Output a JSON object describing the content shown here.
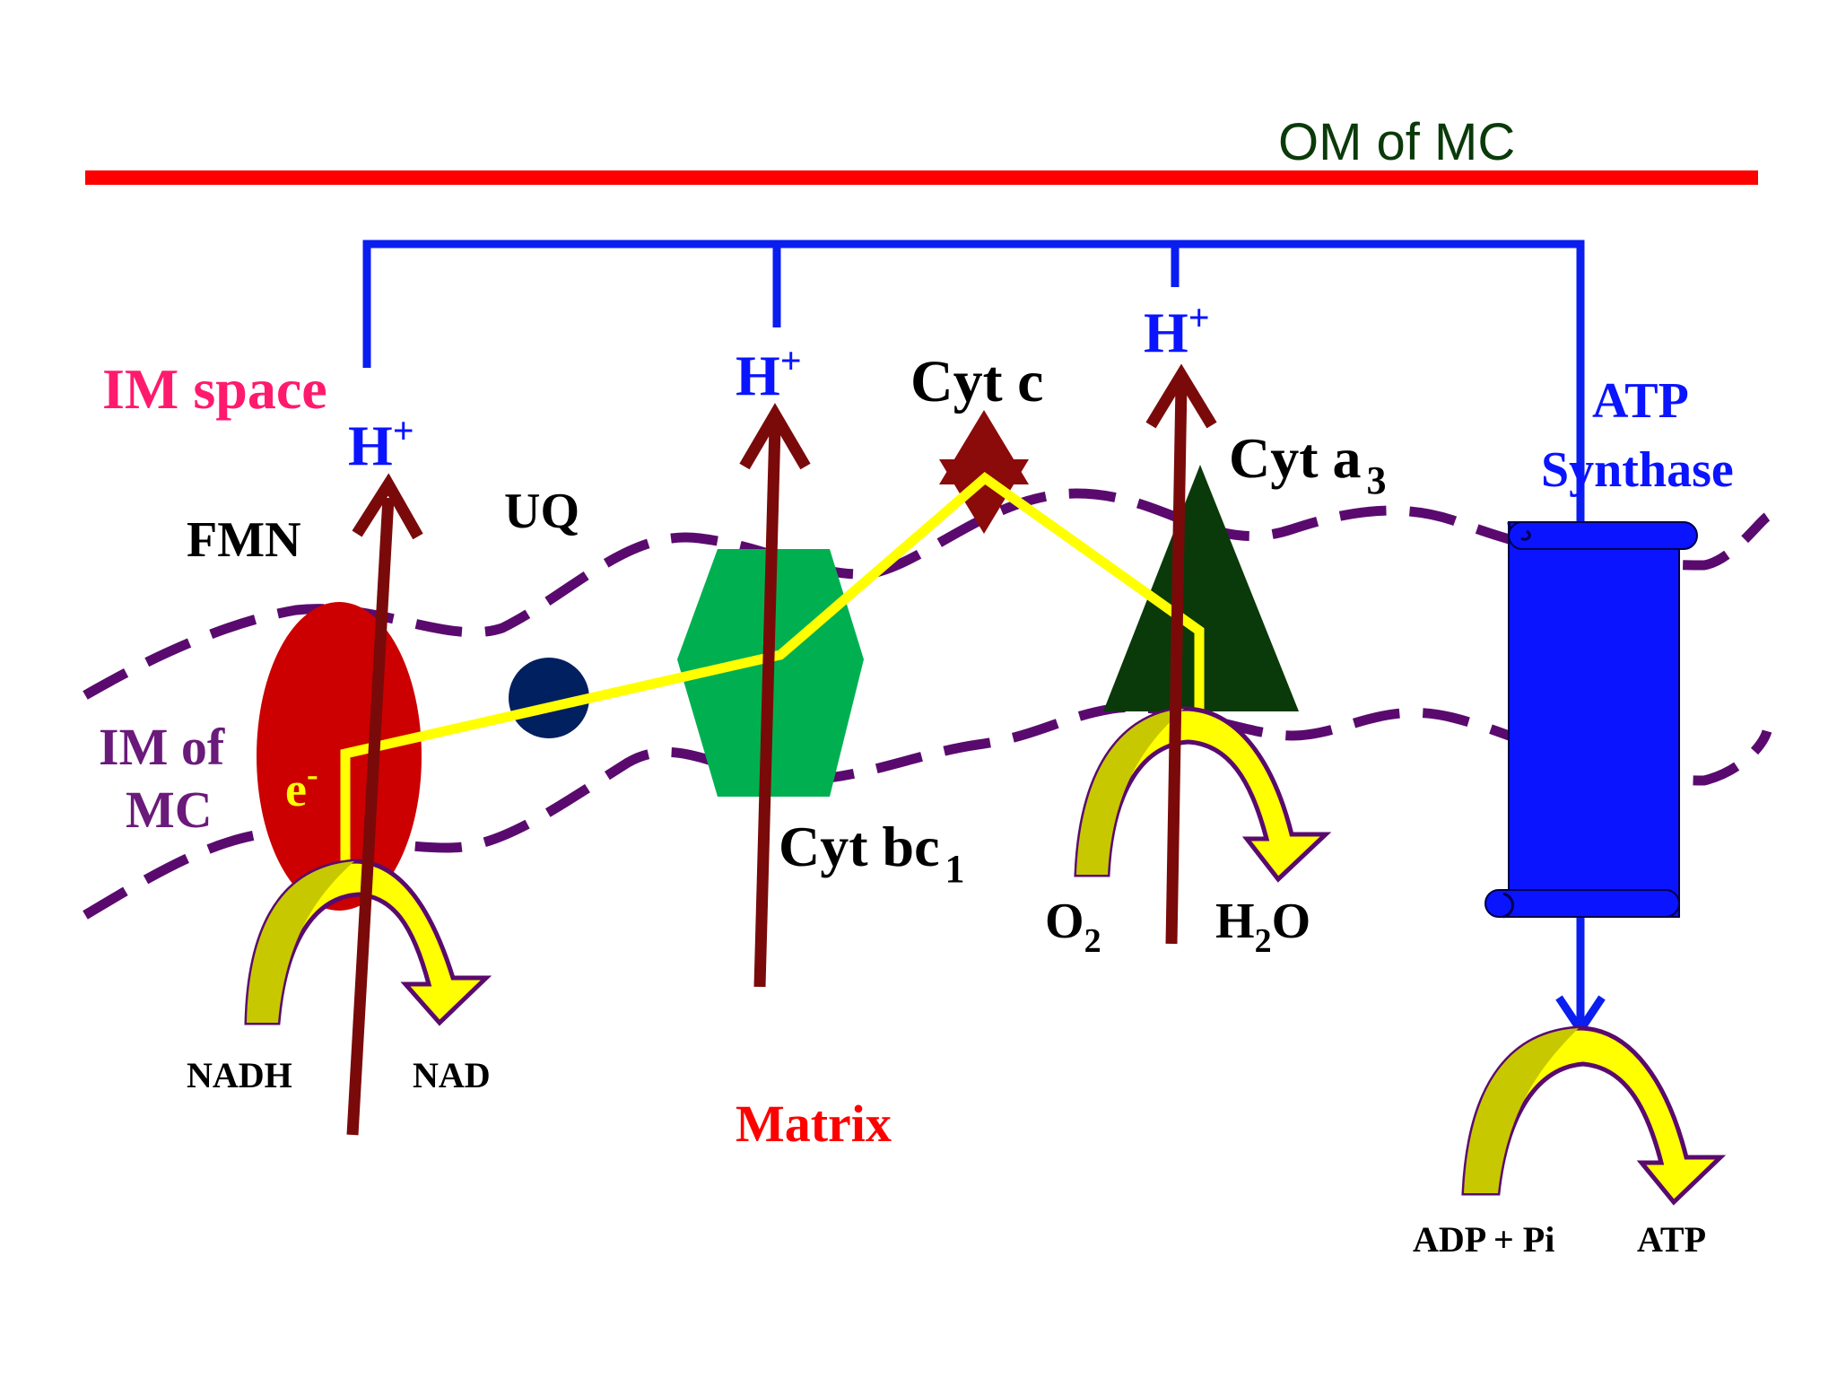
{
  "labels": {
    "outer_membrane": "OM of MC",
    "im_space": "IM space",
    "inner_membrane_line1": "IM of",
    "inner_membrane_line2": "MC",
    "matrix": "Matrix",
    "fmn": "FMN",
    "uq": "UQ",
    "cyt_c": "Cyt c",
    "cyt_bc1": "Cyt bc",
    "cyt_bc1_sub": "1",
    "cyt_a3": "Cyt a",
    "cyt_a3_sub": "3",
    "atp_synthase_line1": "ATP",
    "atp_synthase_line2": "Synthase",
    "electron": "e",
    "electron_sup": "-",
    "proton": "H",
    "proton_sup": "+",
    "nadh": "NADH",
    "nad": "NAD",
    "o2": "O",
    "o2_sub": "2",
    "h2o_h": "H",
    "h2o_sub": "2",
    "h2o_o": "O",
    "adp_pi": "ADP + Pi",
    "atp": "ATP"
  },
  "colors": {
    "outer_membrane": "#ff0000",
    "inner_membrane": "#5a0a6e",
    "proton_path": "#0a1ef0",
    "proton_arrow": "#7a0a0a",
    "electron_path": "#ffff00",
    "complex_I": "#cc0000",
    "ubiquinone": "#002060",
    "complex_III": "#00b050",
    "cyt_c": "#8b0a0a",
    "complex_IV": "#0a3a0a",
    "atp_synthase": "#0a14ff",
    "reaction_arrow": "#ffff00",
    "om_label": "#0a3a0a",
    "im_space_label": "#ff1a6e",
    "matrix_label": "#ff0000",
    "im_label": "#6a1a7a",
    "dark_text": "#000000",
    "proton_text": "#0a14ff"
  },
  "icons": {
    "complex_I": "red-ellipse",
    "ubiquinone": "navy-circle",
    "complex_III": "green-hexagon",
    "cyt_c": "star-of-david",
    "complex_IV": "dark-green-triangle",
    "atp_synthase": "blue-scroll"
  }
}
